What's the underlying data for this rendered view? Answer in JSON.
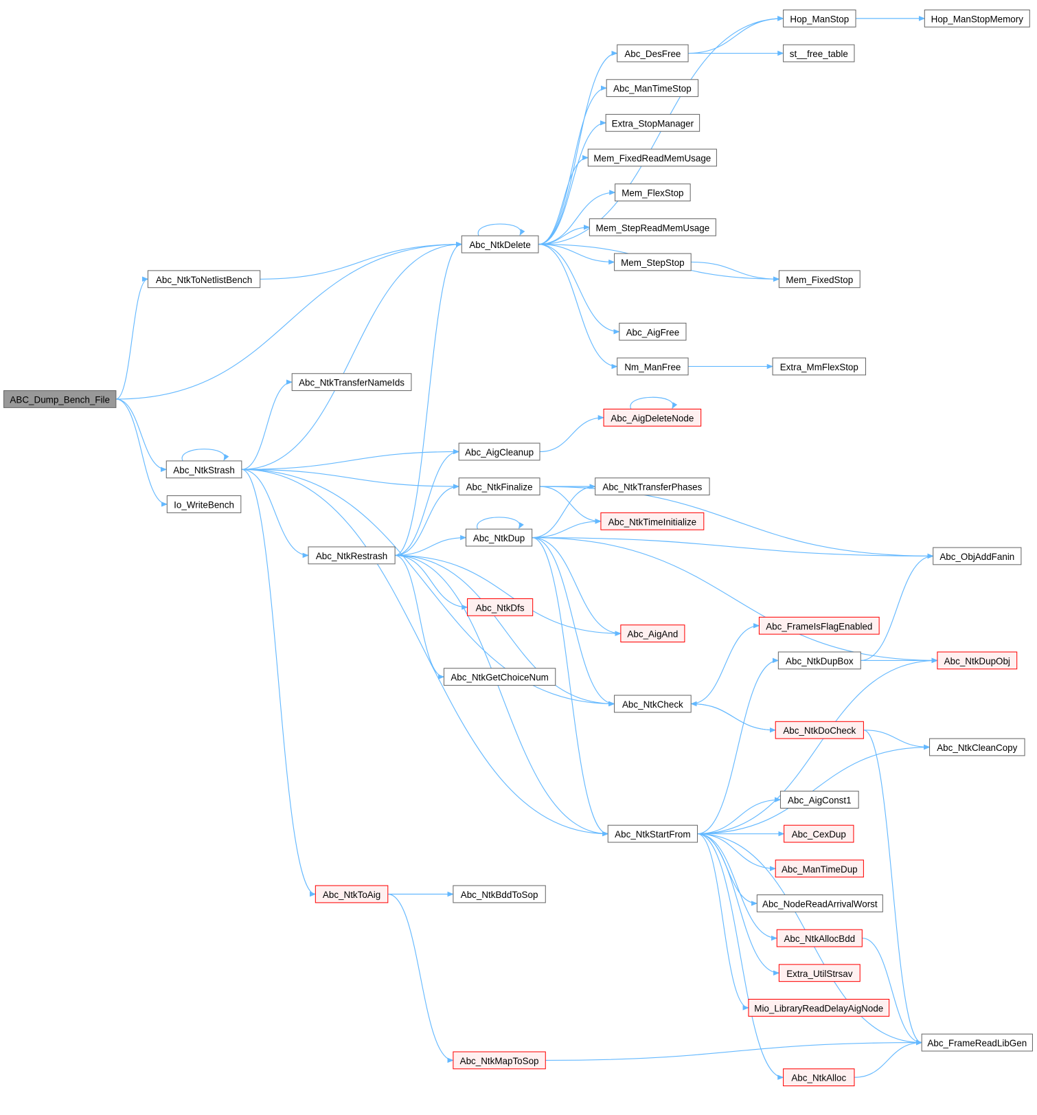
{
  "colors": {
    "edge": "#63b8ff",
    "root_fill": "#999999",
    "red_border": "#ff0000",
    "red_fill": "#fff0f0",
    "normal_border": "#666666"
  },
  "nodes": [
    {
      "id": "dump",
      "label": "ABC_Dump_Bench_File",
      "style": "root"
    },
    {
      "id": "tonetlist",
      "label": "Abc_NtkToNetlistBench",
      "style": "normal"
    },
    {
      "id": "transfernameids",
      "label": "Abc_NtkTransferNameIds",
      "style": "normal"
    },
    {
      "id": "strash",
      "label": "Abc_NtkStrash",
      "style": "normal"
    },
    {
      "id": "iowrite",
      "label": "Io_WriteBench",
      "style": "normal"
    },
    {
      "id": "delete",
      "label": "Abc_NtkDelete",
      "style": "normal"
    },
    {
      "id": "hopstop",
      "label": "Hop_ManStop",
      "style": "normal"
    },
    {
      "id": "hopmem",
      "label": "Hop_ManStopMemory",
      "style": "normal"
    },
    {
      "id": "desfree",
      "label": "Abc_DesFree",
      "style": "normal"
    },
    {
      "id": "stfree",
      "label": "st__free_table",
      "style": "normal"
    },
    {
      "id": "mantimestop",
      "label": "Abc_ManTimeStop",
      "style": "normal"
    },
    {
      "id": "extrastop",
      "label": "Extra_StopManager",
      "style": "normal"
    },
    {
      "id": "memfixedread",
      "label": "Mem_FixedReadMemUsage",
      "style": "normal"
    },
    {
      "id": "memflexstop",
      "label": "Mem_FlexStop",
      "style": "normal"
    },
    {
      "id": "memstepread",
      "label": "Mem_StepReadMemUsage",
      "style": "normal"
    },
    {
      "id": "memstepstop",
      "label": "Mem_StepStop",
      "style": "normal"
    },
    {
      "id": "memfixedstop",
      "label": "Mem_FixedStop",
      "style": "normal"
    },
    {
      "id": "aigfree",
      "label": "Abc_AigFree",
      "style": "normal"
    },
    {
      "id": "nmfree",
      "label": "Nm_ManFree",
      "style": "normal"
    },
    {
      "id": "mmflexstop",
      "label": "Extra_MmFlexStop",
      "style": "normal"
    },
    {
      "id": "aigdelnode",
      "label": "Abc_AigDeleteNode",
      "style": "red"
    },
    {
      "id": "aigcleanup",
      "label": "Abc_AigCleanup",
      "style": "normal"
    },
    {
      "id": "finalize",
      "label": "Abc_NtkFinalize",
      "style": "normal"
    },
    {
      "id": "transferphases",
      "label": "Abc_NtkTransferPhases",
      "style": "normal"
    },
    {
      "id": "timeinit",
      "label": "Abc_NtkTimeInitialize",
      "style": "red"
    },
    {
      "id": "dup",
      "label": "Abc_NtkDup",
      "style": "normal"
    },
    {
      "id": "restrash",
      "label": "Abc_NtkRestrash",
      "style": "normal"
    },
    {
      "id": "addfanin",
      "label": "Abc_ObjAddFanin",
      "style": "normal"
    },
    {
      "id": "dfs",
      "label": "Abc_NtkDfs",
      "style": "red"
    },
    {
      "id": "aigand",
      "label": "Abc_AigAnd",
      "style": "red"
    },
    {
      "id": "flagenabled",
      "label": "Abc_FrameIsFlagEnabled",
      "style": "red"
    },
    {
      "id": "dupbox",
      "label": "Abc_NtkDupBox",
      "style": "normal"
    },
    {
      "id": "dupobj",
      "label": "Abc_NtkDupObj",
      "style": "red"
    },
    {
      "id": "choicenum",
      "label": "Abc_NtkGetChoiceNum",
      "style": "normal"
    },
    {
      "id": "check",
      "label": "Abc_NtkCheck",
      "style": "normal"
    },
    {
      "id": "docheck",
      "label": "Abc_NtkDoCheck",
      "style": "red"
    },
    {
      "id": "cleancopy",
      "label": "Abc_NtkCleanCopy",
      "style": "normal"
    },
    {
      "id": "const1",
      "label": "Abc_AigConst1",
      "style": "normal"
    },
    {
      "id": "startfrom",
      "label": "Abc_NtkStartFrom",
      "style": "normal"
    },
    {
      "id": "cexdup",
      "label": "Abc_CexDup",
      "style": "red"
    },
    {
      "id": "mantimedup",
      "label": "Abc_ManTimeDup",
      "style": "red"
    },
    {
      "id": "arrival",
      "label": "Abc_NodeReadArrivalWorst",
      "style": "normal"
    },
    {
      "id": "allocbdd",
      "label": "Abc_NtkAllocBdd",
      "style": "red"
    },
    {
      "id": "strsav",
      "label": "Extra_UtilStrsav",
      "style": "red"
    },
    {
      "id": "mio",
      "label": "Mio_LibraryReadDelayAigNode",
      "style": "red"
    },
    {
      "id": "libgen",
      "label": "Abc_FrameReadLibGen",
      "style": "normal"
    },
    {
      "id": "alloc",
      "label": "Abc_NtkAlloc",
      "style": "red"
    },
    {
      "id": "toaig",
      "label": "Abc_NtkToAig",
      "style": "red"
    },
    {
      "id": "bddtosop",
      "label": "Abc_NtkBddToSop",
      "style": "normal"
    },
    {
      "id": "maptosop",
      "label": "Abc_NtkMapToSop",
      "style": "red"
    }
  ],
  "edges": [
    [
      "dump",
      "tonetlist"
    ],
    [
      "dump",
      "delete"
    ],
    [
      "dump",
      "strash"
    ],
    [
      "dump",
      "iowrite"
    ],
    [
      "tonetlist",
      "delete"
    ],
    [
      "strash",
      "transfernameids"
    ],
    [
      "strash",
      "strash"
    ],
    [
      "strash",
      "delete"
    ],
    [
      "strash",
      "aigcleanup"
    ],
    [
      "strash",
      "finalize"
    ],
    [
      "strash",
      "restrash"
    ],
    [
      "strash",
      "check"
    ],
    [
      "strash",
      "startfrom"
    ],
    [
      "strash",
      "toaig"
    ],
    [
      "delete",
      "hopstop"
    ],
    [
      "delete",
      "desfree"
    ],
    [
      "delete",
      "mantimestop"
    ],
    [
      "delete",
      "extrastop"
    ],
    [
      "delete",
      "memfixedread"
    ],
    [
      "delete",
      "memflexstop"
    ],
    [
      "delete",
      "memstepread"
    ],
    [
      "delete",
      "memstepstop"
    ],
    [
      "delete",
      "memfixedstop"
    ],
    [
      "delete",
      "aigfree"
    ],
    [
      "delete",
      "nmfree"
    ],
    [
      "delete",
      "delete"
    ],
    [
      "hopstop",
      "hopmem"
    ],
    [
      "desfree",
      "hopstop"
    ],
    [
      "desfree",
      "stfree"
    ],
    [
      "memstepstop",
      "memfixedstop"
    ],
    [
      "nmfree",
      "mmflexstop"
    ],
    [
      "aigcleanup",
      "aigdelnode"
    ],
    [
      "aigdelnode",
      "aigdelnode"
    ],
    [
      "finalize",
      "transferphases"
    ],
    [
      "finalize",
      "timeinit"
    ],
    [
      "finalize",
      "addfanin"
    ],
    [
      "restrash",
      "delete"
    ],
    [
      "restrash",
      "aigcleanup"
    ],
    [
      "restrash",
      "finalize"
    ],
    [
      "restrash",
      "dup"
    ],
    [
      "restrash",
      "dfs"
    ],
    [
      "restrash",
      "aigand"
    ],
    [
      "restrash",
      "choicenum"
    ],
    [
      "restrash",
      "check"
    ],
    [
      "restrash",
      "startfrom"
    ],
    [
      "dup",
      "dup"
    ],
    [
      "dup",
      "transferphases"
    ],
    [
      "dup",
      "timeinit"
    ],
    [
      "dup",
      "addfanin"
    ],
    [
      "dup",
      "dupobj"
    ],
    [
      "dup",
      "aigand"
    ],
    [
      "dup",
      "check"
    ],
    [
      "dup",
      "startfrom"
    ],
    [
      "check",
      "flagenabled"
    ],
    [
      "check",
      "docheck"
    ],
    [
      "docheck",
      "check"
    ],
    [
      "docheck",
      "cleancopy"
    ],
    [
      "docheck",
      "libgen"
    ],
    [
      "dupbox",
      "addfanin"
    ],
    [
      "dupbox",
      "dupobj"
    ],
    [
      "startfrom",
      "dupbox"
    ],
    [
      "startfrom",
      "dupobj"
    ],
    [
      "startfrom",
      "cleancopy"
    ],
    [
      "startfrom",
      "const1"
    ],
    [
      "startfrom",
      "cexdup"
    ],
    [
      "startfrom",
      "mantimedup"
    ],
    [
      "startfrom",
      "arrival"
    ],
    [
      "startfrom",
      "allocbdd"
    ],
    [
      "startfrom",
      "strsav"
    ],
    [
      "startfrom",
      "mio"
    ],
    [
      "startfrom",
      "libgen"
    ],
    [
      "startfrom",
      "alloc"
    ],
    [
      "allocbdd",
      "libgen"
    ],
    [
      "alloc",
      "libgen"
    ],
    [
      "toaig",
      "bddtosop"
    ],
    [
      "toaig",
      "maptosop"
    ],
    [
      "maptosop",
      "libgen"
    ]
  ]
}
